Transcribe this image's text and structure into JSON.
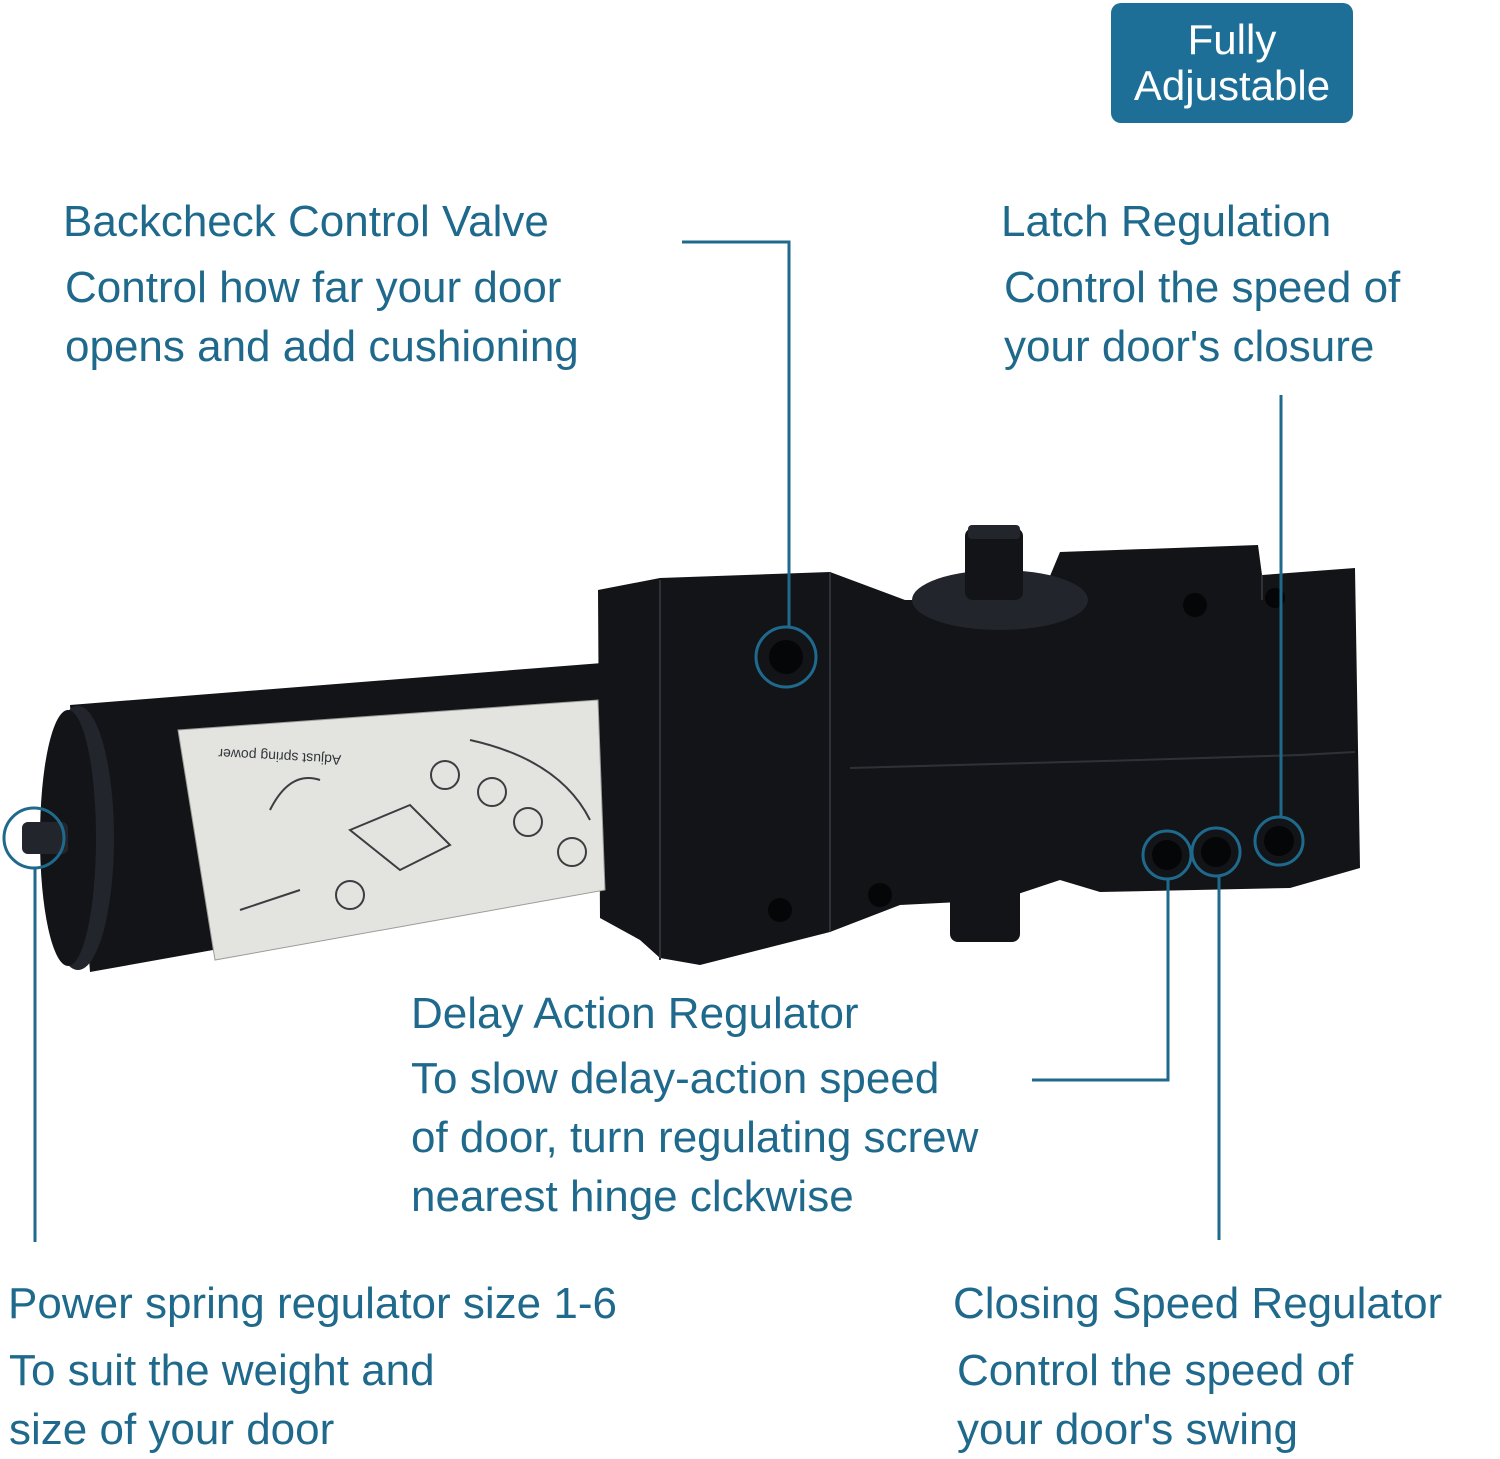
{
  "colors": {
    "accent": "#1f6a8c",
    "badge_bg": "#1d6f98",
    "body": "#121418",
    "label": "#e3e4e0"
  },
  "badge": {
    "line1": "Fully",
    "line2": "Adjustable"
  },
  "callouts": {
    "backcheck": {
      "title": "Backcheck Control Valve",
      "desc": [
        "Control how far your door",
        "opens and add cushioning"
      ]
    },
    "latch": {
      "title": "Latch Regulation",
      "desc": [
        "Control the speed of",
        "your door's closure"
      ]
    },
    "delay": {
      "title": "Delay Action Regulator",
      "desc": [
        "To slow delay-action speed",
        "of door, turn regulating screw",
        "nearest hinge clckwise"
      ]
    },
    "power": {
      "title": "Power spring regulator size 1-6",
      "desc": [
        "To suit the weight and",
        "size of your door"
      ]
    },
    "closing": {
      "title": "Closing Speed Regulator",
      "desc": [
        "Control the speed of",
        "your door's swing"
      ]
    }
  },
  "product_label": {
    "text": "Adjust spring power"
  }
}
